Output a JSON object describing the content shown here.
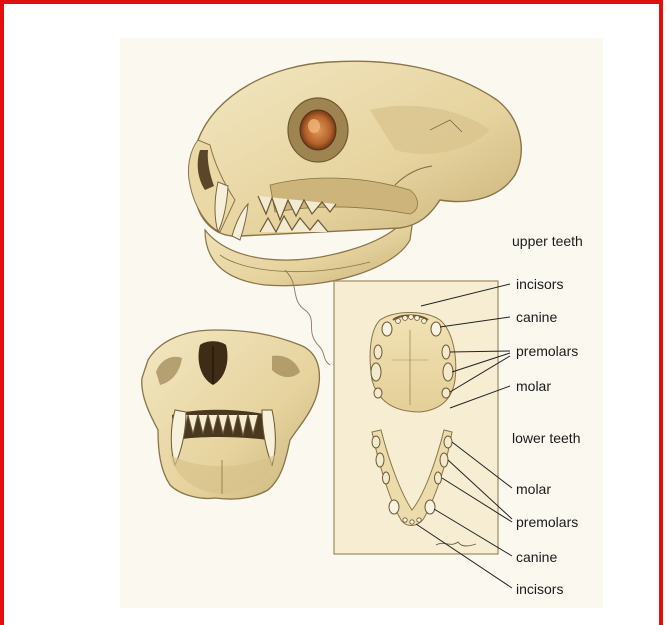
{
  "frame_color": "#e01010",
  "illustration": {
    "subject": "feline skull with upper and lower dentition",
    "bone_color": "#e9d8a6",
    "shadow_color": "#a08b5a",
    "eye_color": "#c0743a",
    "panel_color": "#f2e6c6"
  },
  "labels": {
    "upper_teeth": "upper teeth",
    "upper_incisors": "incisors",
    "upper_canine": "canine",
    "upper_premolars": "premolars",
    "upper_molar": "molar",
    "lower_teeth": "lower teeth",
    "lower_molar": "molar",
    "lower_premolars": "premolars",
    "lower_canine": "canine",
    "lower_incisors": "incisors"
  }
}
